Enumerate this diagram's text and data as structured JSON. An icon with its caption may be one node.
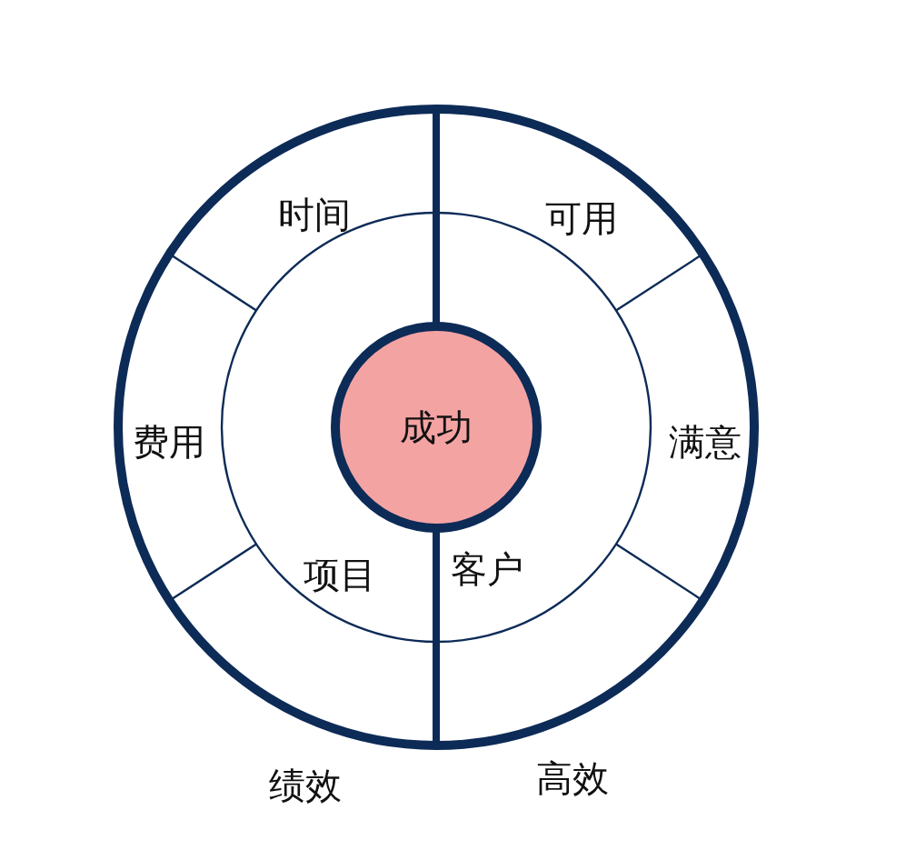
{
  "diagram": {
    "nodes": [
      {
        "text": [
          "成功"
        ]
      }
    ],
    "labels": [
      "时间",
      "可用",
      "费用",
      "满意",
      "项目",
      "客户",
      "绩效",
      "高效"
    ]
  }
}
